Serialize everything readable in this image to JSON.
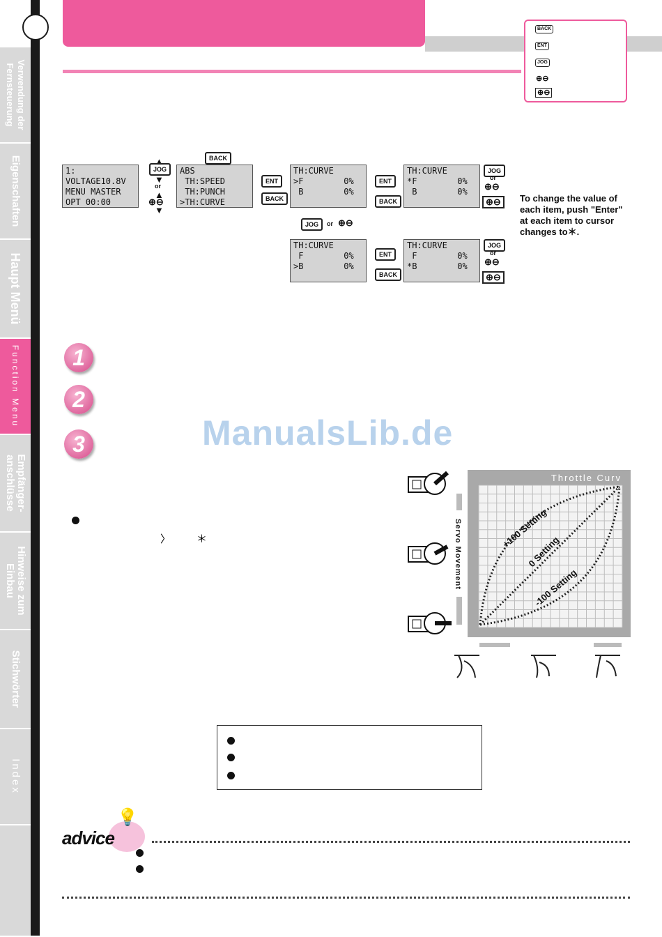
{
  "sidebar": {
    "tabs": [
      {
        "label": "Verwendung der Fernsteuerung",
        "active": false
      },
      {
        "label": "Eigenschaften",
        "active": false
      },
      {
        "label": "Haupt Menü",
        "active": false
      },
      {
        "label": "Function Menu",
        "active": true
      },
      {
        "label": "Empfänger-anschlüsse",
        "active": false
      },
      {
        "label": "Hinweise zum Einbau",
        "active": false
      },
      {
        "label": "Stichwörter",
        "active": false
      },
      {
        "label": "Index",
        "active": false
      }
    ]
  },
  "keys": {
    "back": "BACK",
    "ent": "ENT",
    "jog": "JOG",
    "or": "or"
  },
  "screens": {
    "main": "1:\nVOLTAGE10.8V\nMENU MASTER\nOPT 00:00",
    "menu": "ABS\n TH:SPEED\n TH:PUNCH\n>TH:CURVE",
    "curve_f_cursor": "TH:CURVE\n>F        0%\n B        0%",
    "curve_f_edit": "TH:CURVE\n*F        0%\n B        0%",
    "curve_b_cursor": "TH:CURVE\n F        0%\n>B        0%",
    "curve_b_edit": "TH:CURVE\n F        0%\n*B        0%"
  },
  "instruction": "To change the value of each item, push \"Enter\" at each item to cursor changes to＊.",
  "steps": [
    "1",
    "2",
    "3"
  ],
  "symbols": {
    "cursor": "〉",
    "edit": "＊"
  },
  "watermark": "ManualsLib.de",
  "chart_data": {
    "type": "line",
    "title": "Throttle Curv",
    "ylabel": "Servo Movement",
    "series": [
      {
        "name": "+100 Setting"
      },
      {
        "name": "0 Setting"
      },
      {
        "name": "-100 Setting"
      }
    ],
    "grid": true
  },
  "advice": {
    "label": "advice"
  },
  "colors": {
    "accent": "#ee5a9c",
    "grey": "#cfcfcf"
  }
}
